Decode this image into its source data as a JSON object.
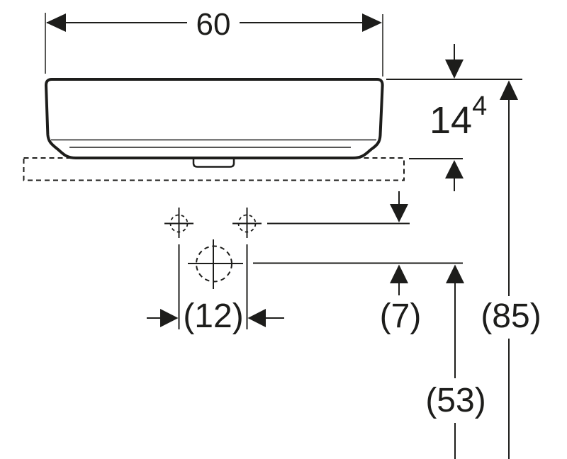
{
  "theme": {
    "ink": "#1d1d1b",
    "bg": "#ffffff"
  },
  "drawing": {
    "dimensions": {
      "width": {
        "label": "60"
      },
      "rim_thickness": {
        "value": "14",
        "superscript": "4"
      },
      "tap_hole_spacing": {
        "label": "(12)"
      },
      "tap_hole_setback": {
        "label": "(7)"
      },
      "rim_height": {
        "label": "(85)"
      },
      "outlet_height": {
        "label": "(53)"
      }
    }
  }
}
